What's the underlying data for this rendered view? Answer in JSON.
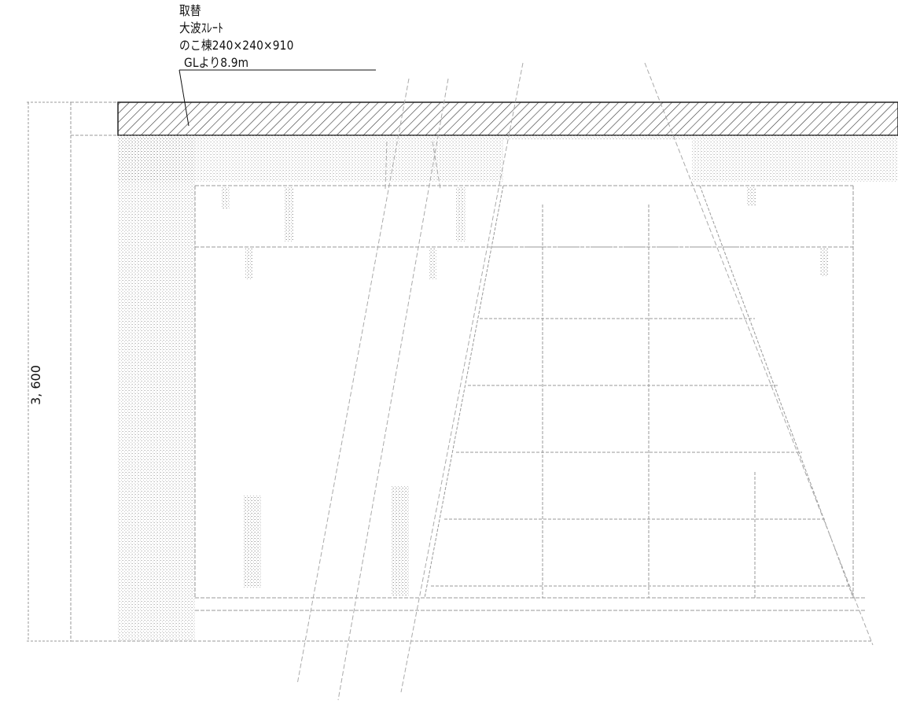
{
  "annotation": {
    "line1": "取替",
    "line2": "大波ｽﾚｰﾄ",
    "line3": "のこ棟240×240×910",
    "line4": "GLより8.9m"
  },
  "dimension": {
    "height_label": "3, 600"
  },
  "colors": {
    "ink": "#222222",
    "faint": "#9a9a9a",
    "hatch": "#333333"
  }
}
